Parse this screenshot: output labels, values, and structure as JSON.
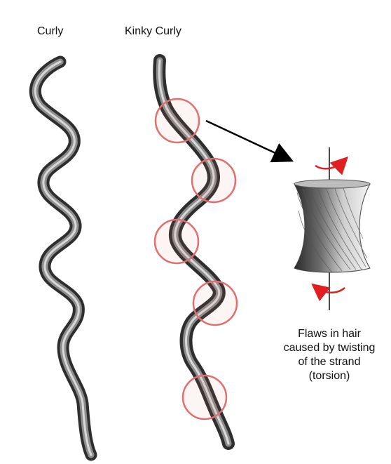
{
  "labels": {
    "curly": "Curly",
    "kinky_curly": "Kinky Curly"
  },
  "caption": {
    "lines": [
      "Flaws in hair",
      "caused by twisting",
      "of the strand",
      "(torsion)"
    ]
  },
  "colors": {
    "hair_dark": "#3a3a3a",
    "hair_mid": "#7a7a7a",
    "hair_light": "#d0d0d0",
    "circle_stroke": "#e07070",
    "rotation_arrow": "#e02020",
    "pointer_arrow": "#000000"
  },
  "icons": {
    "torsion_model": "twisted-cylinder-icon",
    "rotation_top": "curved-arrow-right-icon",
    "rotation_bottom": "curved-arrow-left-icon"
  }
}
